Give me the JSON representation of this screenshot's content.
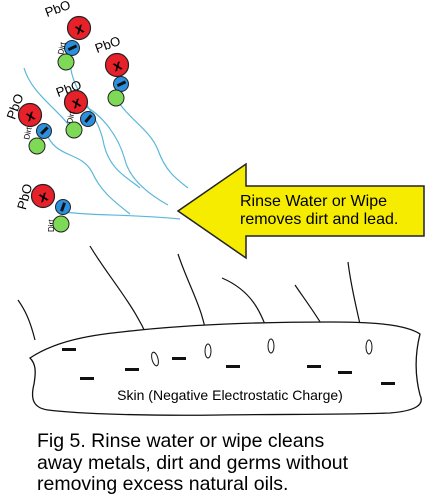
{
  "arrow": {
    "line1": "Rinse Water or Wipe",
    "line2": "removes dirt and lead.",
    "fill": "#f5ec00"
  },
  "skin": {
    "label": "Skin (Negative Electrostatic Charge)",
    "charge_symbol": "-"
  },
  "particle": {
    "metal_label": "PbO",
    "dirt_label": "Dirt",
    "metal_symbol": "x",
    "metal_color": "#e8202a",
    "dirt_color": "#2b8fde",
    "germ_color": "#7ed957",
    "hair_color": "#5bb8d8"
  },
  "caption": {
    "line1": "Fig 5. Rinse water or wipe cleans",
    "line2": "away metals, dirt and germs without",
    "line3": "removing excess natural oils."
  }
}
